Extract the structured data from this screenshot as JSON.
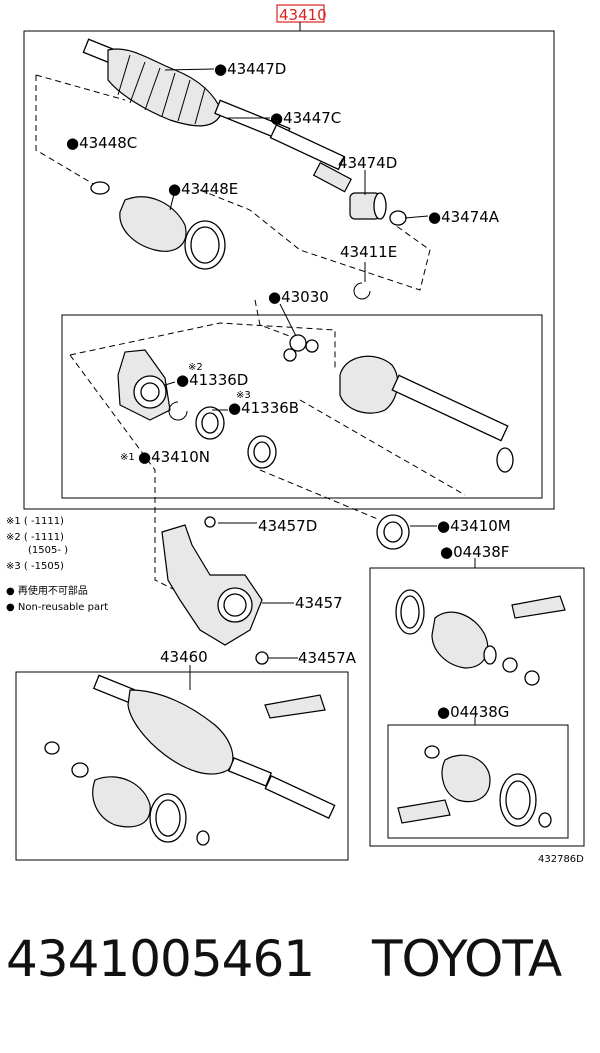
{
  "diagram": {
    "assembly_no": "43410",
    "drawing_no": "432786D",
    "parts": {
      "p43447D": "●43447D",
      "p43447C": "●43447C",
      "p43448C": "●43448C",
      "p43448E": "●43448E",
      "p43474D": "43474D",
      "p43474A": "●43474A",
      "p43411E": "43411E",
      "p43030": "●43030",
      "p41336D": "●41336D",
      "p41336B": "●41336B",
      "p43410N": "●43410N",
      "p43410M": "●43410M",
      "p43457D": "43457D",
      "p43457": "43457",
      "p43457A": "43457A",
      "p04438F": "●04438F",
      "p04438G": "●04438G",
      "p43460": "43460"
    },
    "marks": {
      "m2": "※2",
      "m3": "※3",
      "m1": "※1"
    },
    "notes": {
      "n1": "※1 (    -1111)",
      "n2": "※2 (    -1111)",
      "n2b": "(1505-    )",
      "n3": "※3 (    -1505)",
      "legend_jp": "● 再使用不可部品",
      "legend_en": "● Non-reusable part"
    }
  },
  "caption": {
    "part_number": "4341005461",
    "brand": "TOYOTA"
  }
}
